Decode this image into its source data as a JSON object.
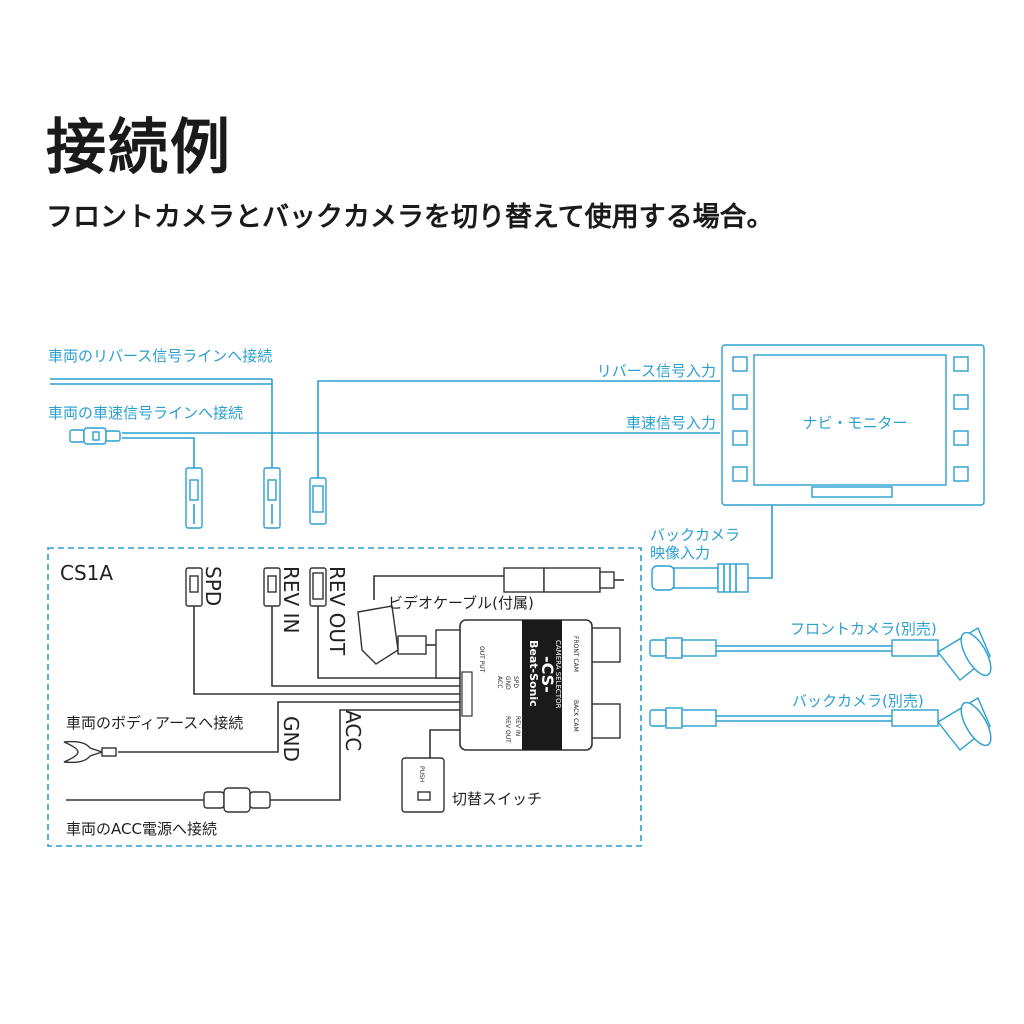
{
  "title": "接続例",
  "subtitle": "フロントカメラとバックカメラを切り替えて使用する場合。",
  "labels": {
    "reverse_line": "車両のリバース信号ラインへ接続",
    "speed_line": "車両の車速信号ラインへ接続",
    "reverse_input": "リバース信号入力",
    "speed_input": "車速信号入力",
    "monitor": "ナビ・モニター",
    "back_cam_input_1": "バックカメラ",
    "back_cam_input_2": "映像入力",
    "kit_name": "CS1A",
    "spd": "SPD",
    "rev_in": "REV IN",
    "rev_out": "REV OUT",
    "video_cable": "ビデオケーブル(付属)",
    "front_camera": "フロントカメラ(別売)",
    "back_camera": "バックカメラ(別売)",
    "body_earth": "車両のボディアースへ接続",
    "gnd": "GND",
    "acc": "ACC",
    "switch": "切替スイッチ",
    "acc_power": "車両のACC電源へ接続",
    "push": "PUSH"
  },
  "device": {
    "brand": "Beat-Sonic",
    "model": "-CS-",
    "product": "CAMERA SELECTOR",
    "front_cam": "FRONT CAM",
    "back_cam": "BACK CAM",
    "output": "OUT PUT",
    "spd": "SPD",
    "gnd": "GND",
    "acc": "ACC",
    "rev_in": "REV IN",
    "rev_out": "REV OUT"
  },
  "colors": {
    "accent": "#2a9fd0",
    "line": "#333333",
    "text": "#1a1a1a"
  }
}
